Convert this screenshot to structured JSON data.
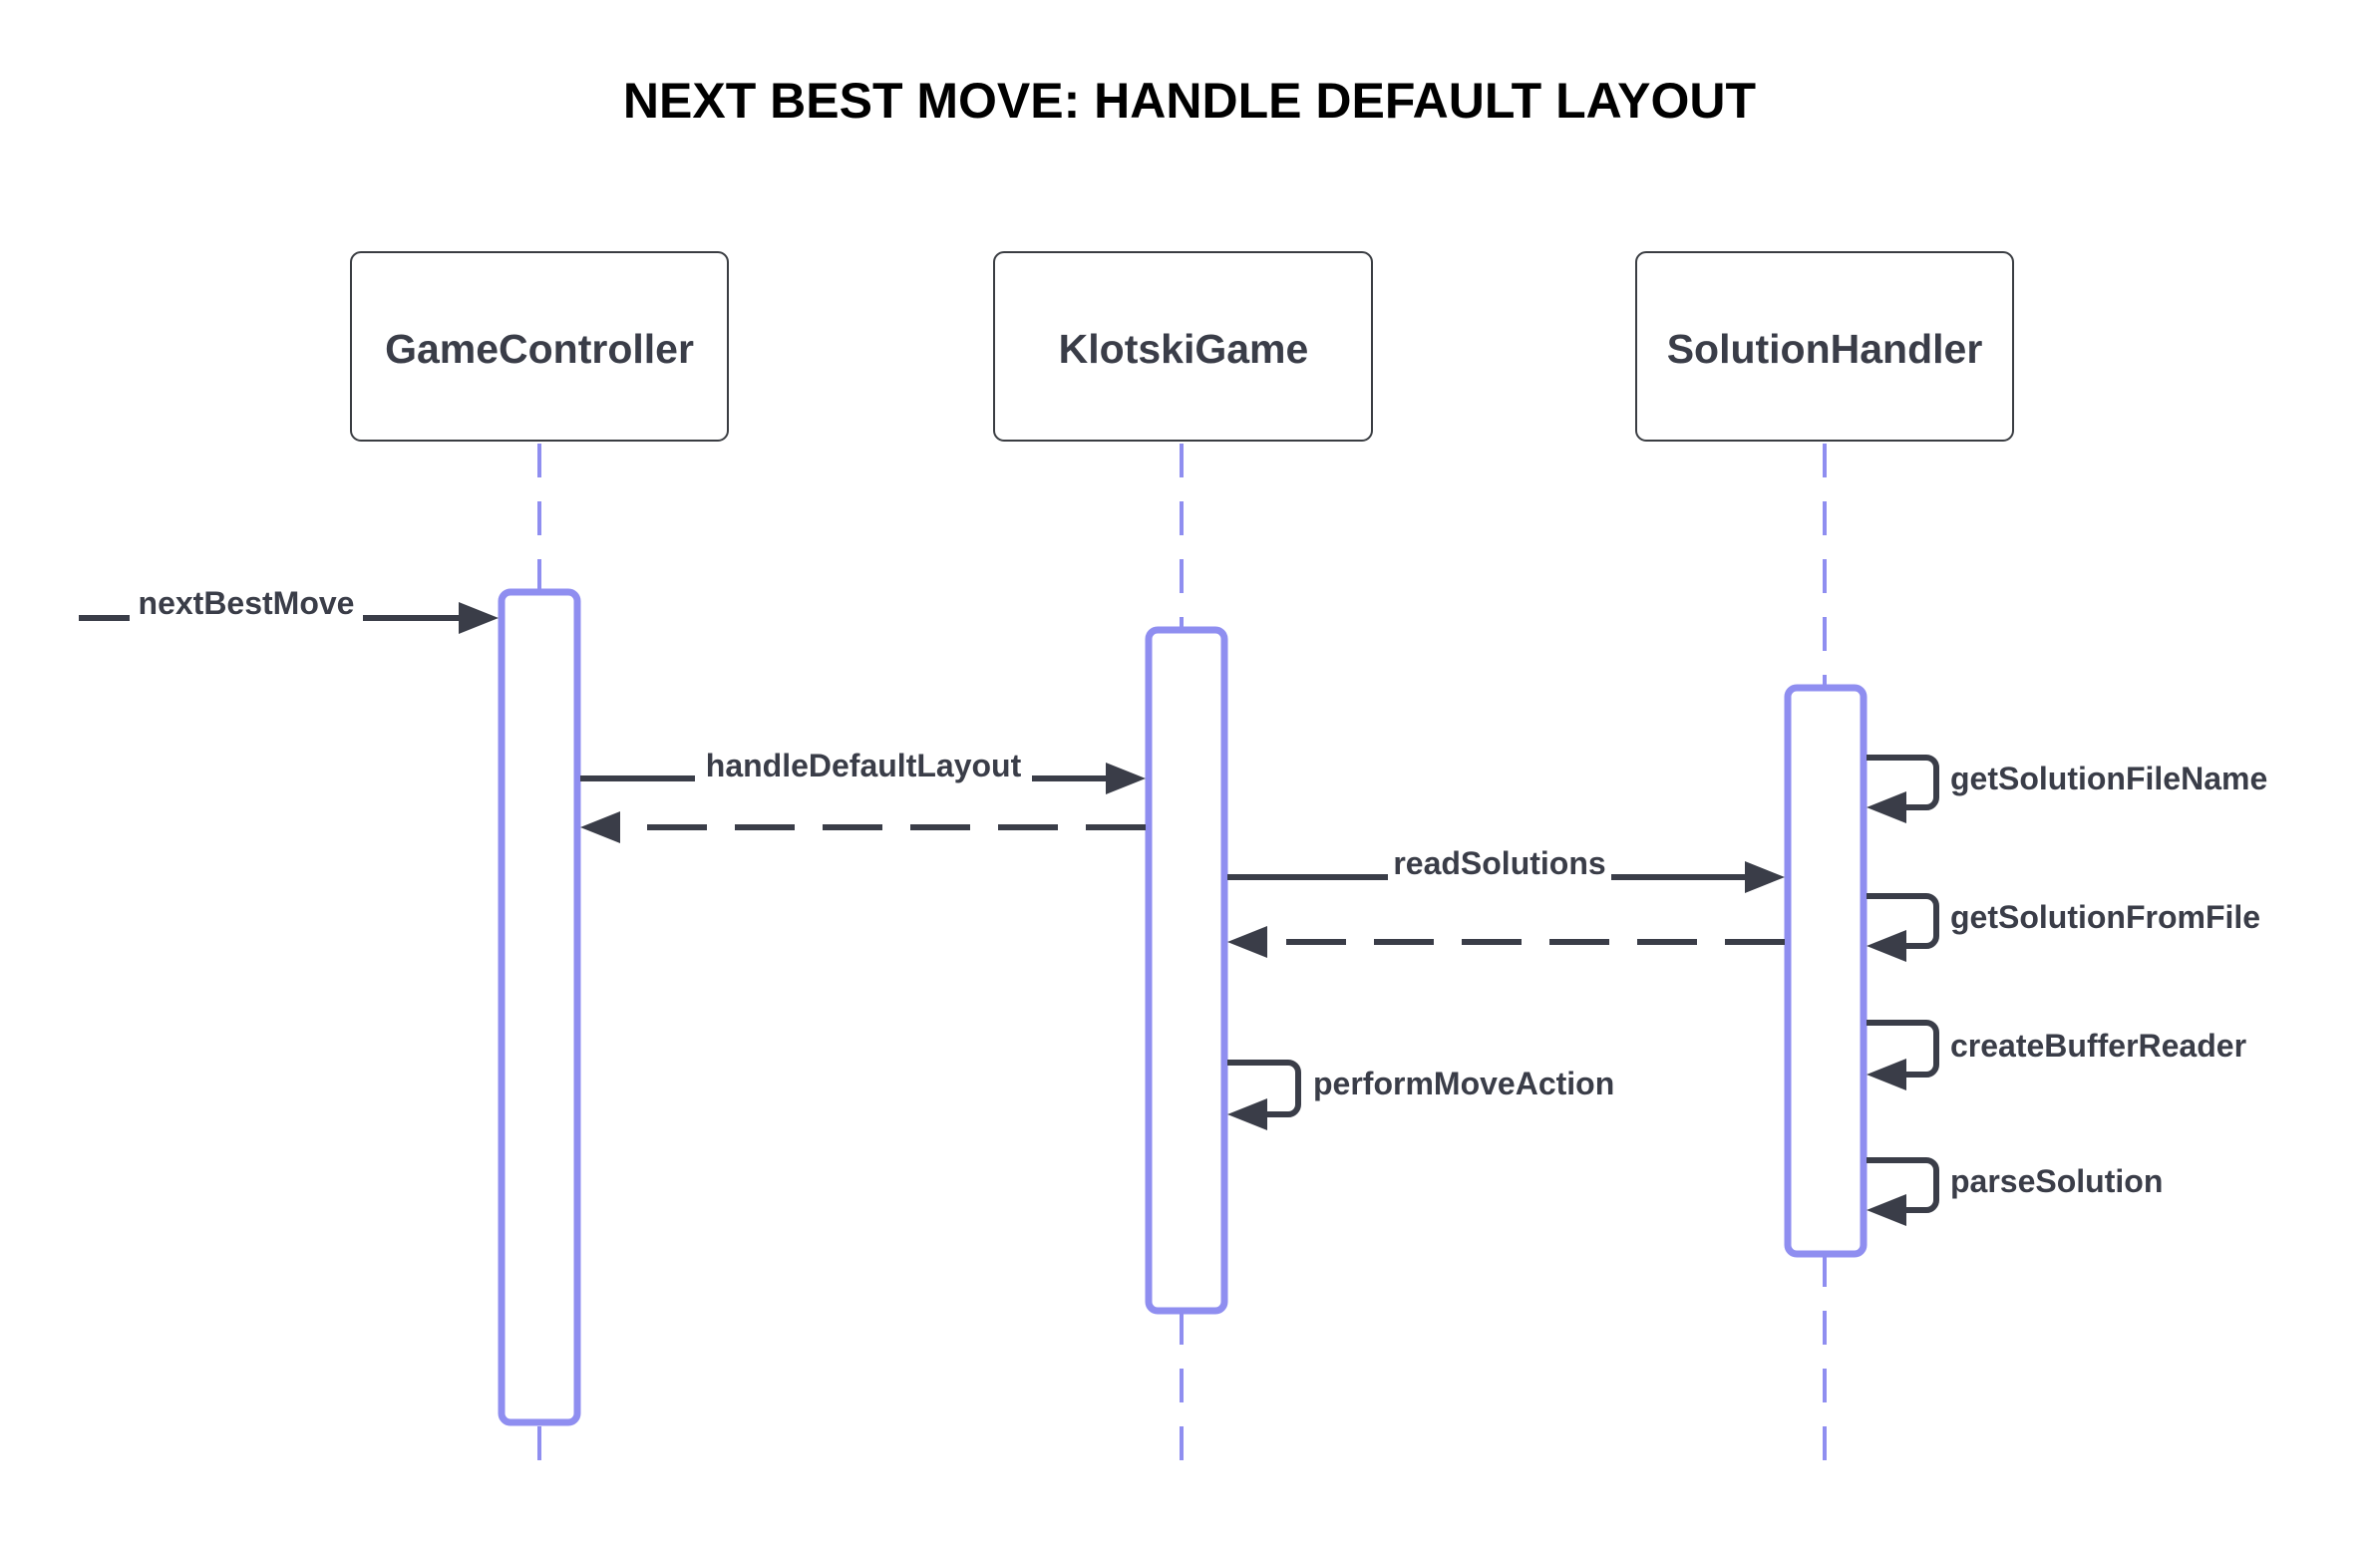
{
  "title": "NEXT BEST MOVE: HANDLE DEFAULT LAYOUT",
  "participants": [
    {
      "id": "gc",
      "label": "GameController"
    },
    {
      "id": "kg",
      "label": "KlotskiGame"
    },
    {
      "id": "sh",
      "label": "SolutionHandler"
    }
  ],
  "messages": [
    {
      "id": "m1",
      "label": "nextBestMove"
    },
    {
      "id": "m2",
      "label": "handleDefaultLayout"
    },
    {
      "id": "m3",
      "label": ""
    },
    {
      "id": "m4",
      "label": "readSolutions"
    },
    {
      "id": "m5",
      "label": ""
    },
    {
      "id": "m6",
      "label": "performMoveAction"
    },
    {
      "id": "m7",
      "label": "getSolutionFileName"
    },
    {
      "id": "m8",
      "label": "getSolutionFromFile"
    },
    {
      "id": "m9",
      "label": "createBufferReader"
    },
    {
      "id": "m10",
      "label": "parseSolution"
    }
  ],
  "colors": {
    "lifeline": "#8f8ef0",
    "message": "#3a3d48",
    "box_border": "#3a3d42"
  }
}
